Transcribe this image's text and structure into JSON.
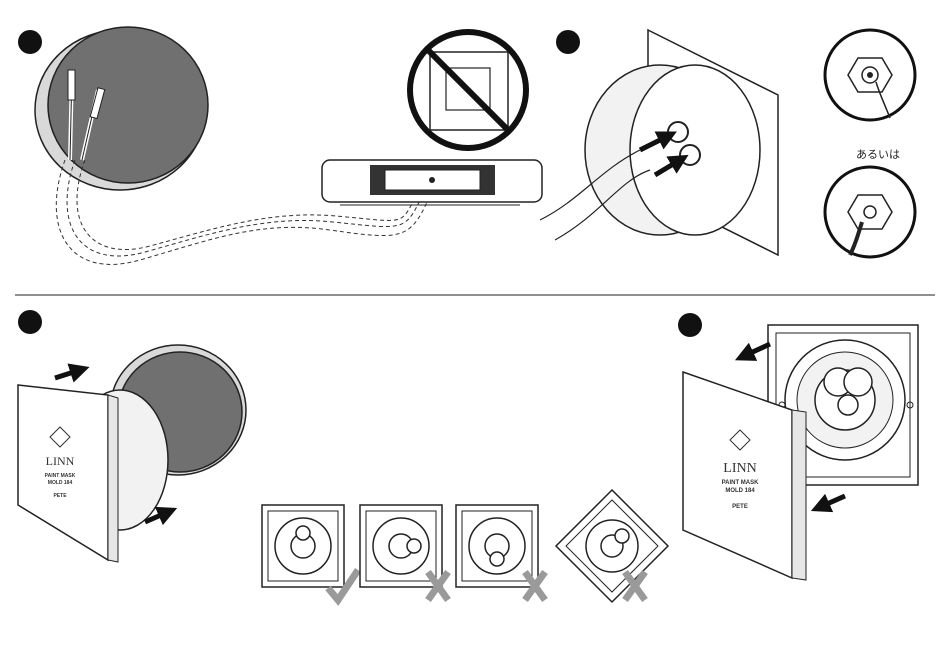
{
  "alternative_label": "あるいは",
  "logo": {
    "brand": "LINN",
    "line1": "PAINT MASK",
    "line2": "MOLD 184",
    "mark": "PETE"
  },
  "orientation_options": [
    {
      "name": "upright",
      "status": "correct"
    },
    {
      "name": "rotated-90",
      "status": "incorrect"
    },
    {
      "name": "offset",
      "status": "incorrect"
    },
    {
      "name": "diagonal-45",
      "status": "incorrect"
    }
  ],
  "colors": {
    "ink": "#222222",
    "disc": "#707070",
    "check": "#9a9a9a",
    "cross": "#9a9a9a"
  }
}
